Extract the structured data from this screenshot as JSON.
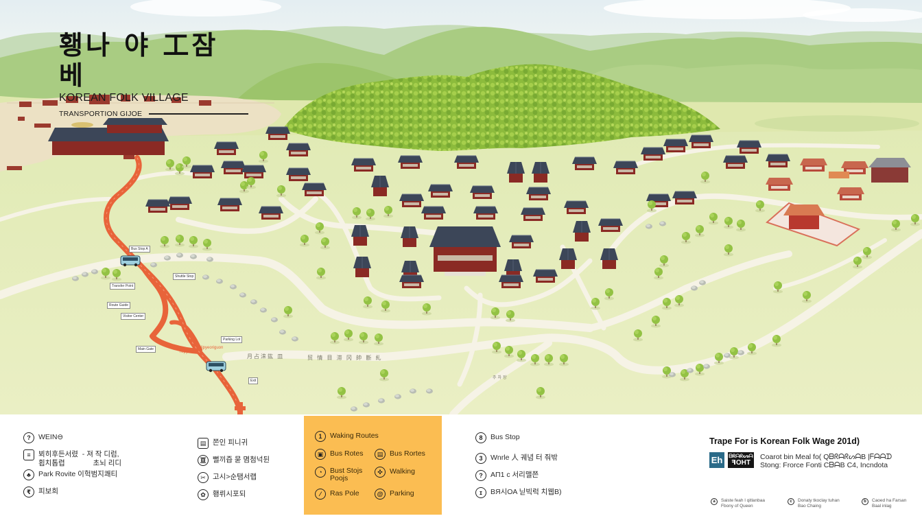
{
  "map": {
    "title_ko": "횅나 야 工잠 베",
    "title_en": "KOREAN FOLK VILLAGE",
    "subtitle": "TRANSPORTION GIJOE",
    "colors": {
      "sky": "#eef4f6",
      "grass": "#e6edbd",
      "forest": "#8fbd3f",
      "hills": "#a9cc82",
      "path": "#f6f3e6",
      "route": "#e8643a",
      "roof": "#3c4658",
      "wall": "#8a2a24",
      "legend_orange": "#fbbd52"
    },
    "route_labels": [
      "Bus Stop A",
      "Shuttle Stop",
      "Transfer Point",
      "Route Guide",
      "Visitor Center",
      "Parking Lot",
      "Main Gate",
      "Exit"
    ],
    "road_labels": [
      "月占涞鈜   皿",
      "贸 情 目 滞 冈 帥     斷 糺",
      "주차장"
    ],
    "route_texts": [
      "Nipyeo",
      "Nipyeoriguon"
    ]
  },
  "legend": {
    "col1": [
      {
        "icon": "?",
        "label": "WEIN⊖"
      },
      {
        "icon": "≡",
        "label": "뵈히후든서렸  - 져 작 디럼,\n횝치톱렵              초뇌 리디"
      },
      {
        "icon": "♣",
        "label": "Park Rovite 이헉범지쾌티"
      },
      {
        "icon": "₹",
        "label": "피보희"
      }
    ],
    "col2": [
      {
        "icon": "▤",
        "label": "쫀인 피니귀"
      },
      {
        "icon": "亘",
        "label": "뻘끼즙 묻 몀첨넉뒨"
      },
      {
        "icon": "✂",
        "label": "고시>순탬서랩"
      },
      {
        "icon": "✿",
        "label": "횅뤼시포되"
      }
    ],
    "orange_box": {
      "items": [
        {
          "icon": "1",
          "label": "Waking Routes"
        },
        {
          "icon": "▣",
          "label": "Bus Rotes"
        },
        {
          "icon": "▤",
          "label": "Bus Rortes"
        },
        {
          "icon": "◔",
          "label": "Bust Stojs\nPoojs"
        },
        {
          "icon": "✜",
          "label": "Walking"
        },
        {
          "icon": "⁄",
          "label": "Ras Pole"
        },
        {
          "icon": "@",
          "label": "Parking"
        }
      ]
    },
    "col3": [
      {
        "icon": "8",
        "label": "Bus Stop"
      },
      {
        "icon": "3",
        "label": "Wnrle 人 궤념 터 줘밖"
      },
      {
        "icon": "?",
        "label": "AΠ1 ᴄ 서리맬쯘"
      },
      {
        "icon": "ɪ",
        "label": "BЯ시OA 닏빅럭 치웹B)"
      }
    ]
  },
  "credits": {
    "title": "Trape For is Korean Folk Wage 201d)",
    "badge_en": "Eh",
    "badge_font_top": "ᗷᖇᗩᖇᔕᗩ",
    "badge_font_bottom": "ꟻOHT",
    "line1": "Coarot bin Meal fo( QᗷᖇᗩᖇᔕᗩB |ᖴᗩᗩᗪ",
    "line2": "Stong: Frorce Fonti CᗷᗩB C4, Incndota",
    "footnotes": [
      {
        "icon": "a",
        "label": "Saiste feah l qitlanbaa\nFbony of Queen"
      },
      {
        "icon": "c",
        "label": "Donaty tkoclay tuhan\nBao Chaing"
      },
      {
        "icon": "b",
        "label": "Caoed ha Farsan\nBaal inlag"
      }
    ]
  }
}
